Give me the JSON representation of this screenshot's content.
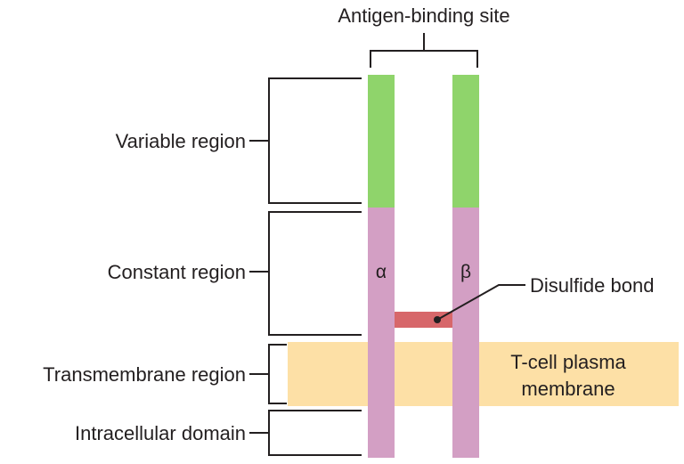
{
  "labels": {
    "antigen_binding_site": "Antigen-binding site",
    "variable_region": "Variable region",
    "constant_region": "Constant region",
    "transmembrane_region": "Transmembrane region",
    "intracellular_domain": "Intracellular domain",
    "disulfide_bond": "Disulfide bond",
    "membrane_line1": "T-cell plasma",
    "membrane_line2": "membrane",
    "alpha_chain": "α",
    "beta_chain": "β"
  },
  "colors": {
    "variable": "#8fd46b",
    "constant": "#d39fc4",
    "membrane": "#fde0a6",
    "disulfide": "#d7676a",
    "line": "#231f20"
  }
}
